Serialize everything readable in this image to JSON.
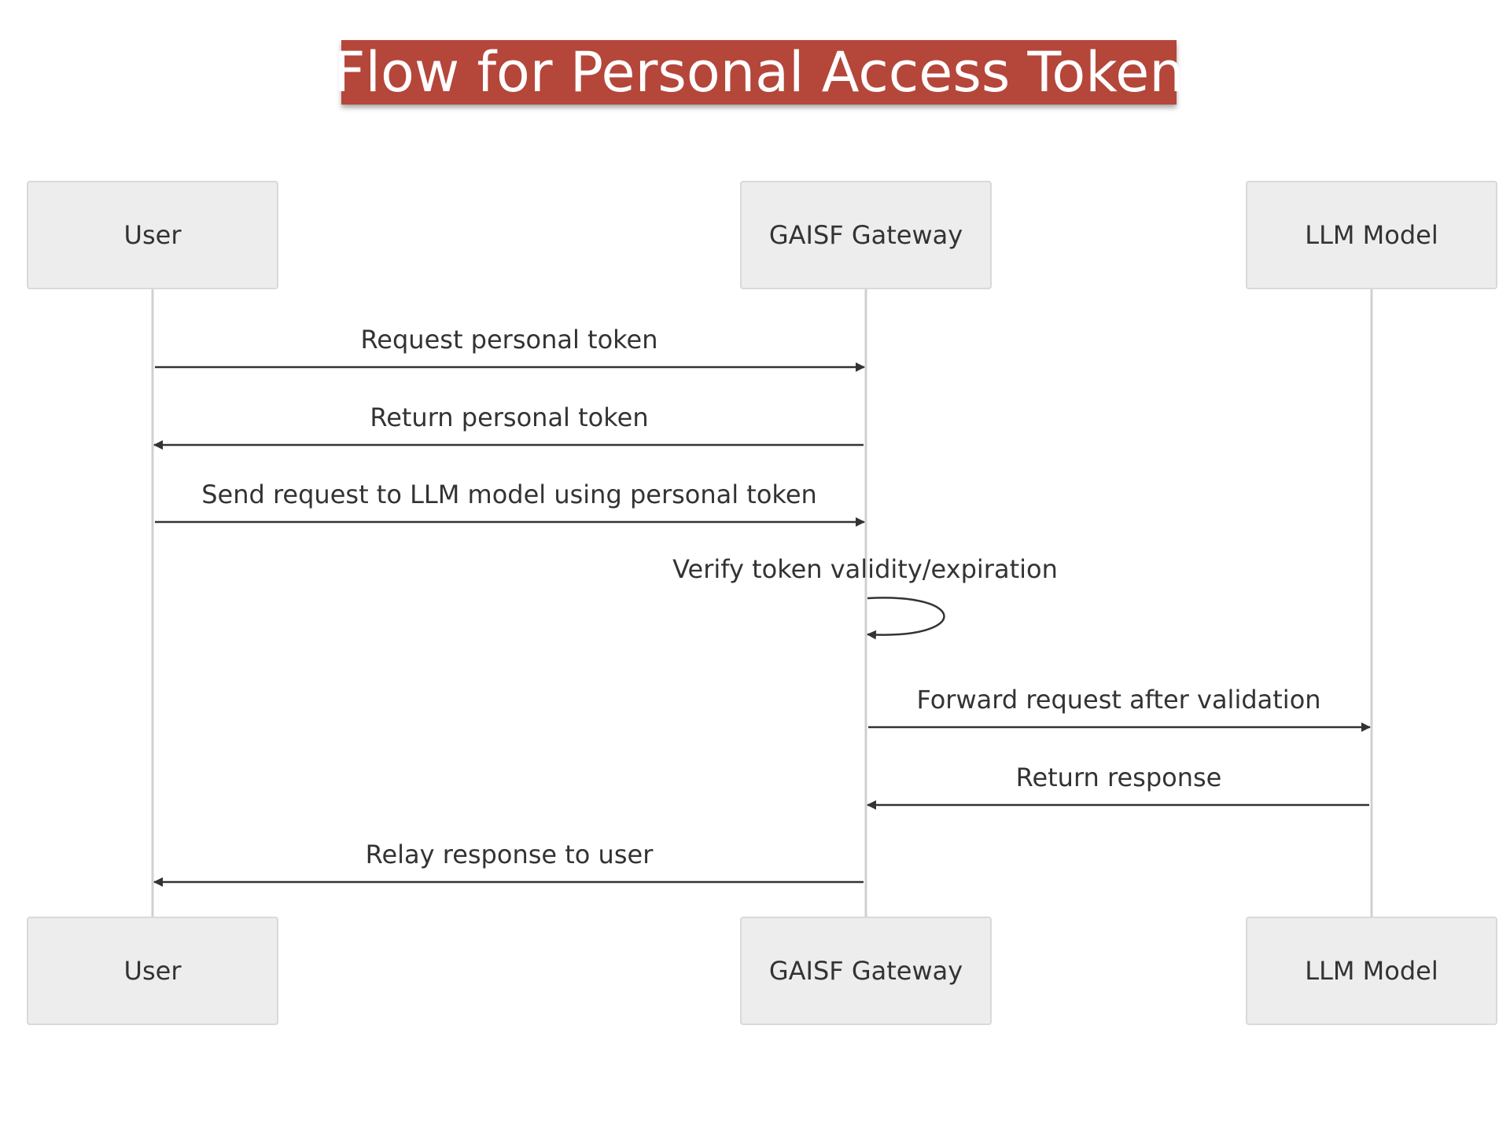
{
  "title": "Flow for Personal Access Token",
  "colors": {
    "title_background": "#b5463a",
    "actor_background": "#ededed",
    "actor_border": "#d9d9d9",
    "lifeline": "#d0d0d0",
    "message_line": "#333333",
    "text": "#333333"
  },
  "participants": [
    {
      "id": "user",
      "label": "User"
    },
    {
      "id": "gateway",
      "label": "GAISF Gateway"
    },
    {
      "id": "llm",
      "label": "LLM Model"
    }
  ],
  "messages": [
    {
      "from": "user",
      "to": "gateway",
      "label": "Request personal token"
    },
    {
      "from": "gateway",
      "to": "user",
      "label": "Return personal token"
    },
    {
      "from": "user",
      "to": "gateway",
      "label": "Send request to LLM model using personal token"
    },
    {
      "from": "gateway",
      "to": "gateway",
      "label": "Verify token validity/expiration"
    },
    {
      "from": "gateway",
      "to": "llm",
      "label": "Forward request after validation"
    },
    {
      "from": "llm",
      "to": "gateway",
      "label": "Return response"
    },
    {
      "from": "gateway",
      "to": "user",
      "label": "Relay response to user"
    }
  ]
}
